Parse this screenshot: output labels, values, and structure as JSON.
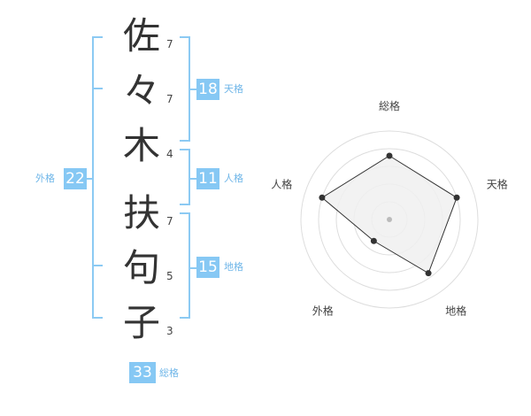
{
  "name": {
    "characters": [
      {
        "char": "佐",
        "strokes": "7"
      },
      {
        "char": "々",
        "strokes": "7"
      },
      {
        "char": "木",
        "strokes": "4"
      },
      {
        "char": "扶",
        "strokes": "7"
      },
      {
        "char": "句",
        "strokes": "5"
      },
      {
        "char": "子",
        "strokes": "3"
      }
    ]
  },
  "kakaku": {
    "tenkaku": {
      "value": "18",
      "label": "天格"
    },
    "jinkaku": {
      "value": "11",
      "label": "人格"
    },
    "chikaku": {
      "value": "15",
      "label": "地格"
    },
    "gaikaku": {
      "value": "22",
      "label": "外格"
    },
    "soukaku": {
      "value": "33",
      "label": "総格"
    }
  },
  "chart_data": {
    "type": "radar",
    "axes": [
      "総格",
      "天格",
      "地格",
      "外格",
      "人格"
    ],
    "values": [
      0.72,
      0.8,
      0.75,
      0.3,
      0.8
    ],
    "range": [
      0,
      1
    ],
    "grid": true,
    "colors": {
      "fill": "#f0f0f0",
      "line": "#333333",
      "grid": "#dddddd",
      "center": "#bbbbbb"
    }
  }
}
